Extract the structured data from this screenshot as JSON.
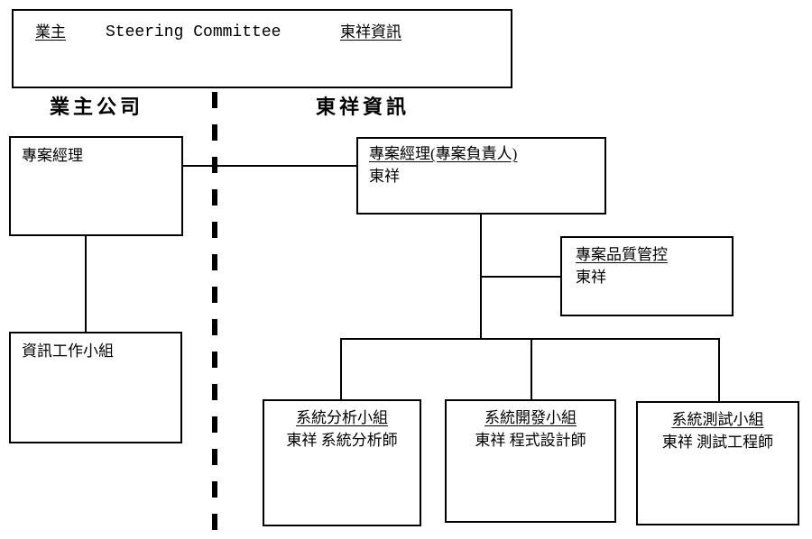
{
  "top_box": {
    "owner_label": "業主",
    "committee_label": "Steering Committee",
    "vendor_label": "東祥資訊"
  },
  "column_headers": {
    "left": "業主公司",
    "right": "東祥資訊"
  },
  "left_side": {
    "pm_box_title": "專案經理",
    "it_team_box_title": "資訊工作小組"
  },
  "right_side": {
    "pm_box": {
      "title": "專案經理(專案負責人)",
      "subtitle": "東祥"
    },
    "qa_box": {
      "title": "專案品質管控",
      "subtitle": "東祥"
    },
    "teams": [
      {
        "title": "系統分析小組",
        "subtitle": "東祥 系統分析師"
      },
      {
        "title": "系統開發小組",
        "subtitle": "東祥 程式設計師"
      },
      {
        "title": "系統測試小組",
        "subtitle": "東祥 測試工程師"
      }
    ]
  },
  "colors": {
    "background": "#ffffff",
    "line": "#000000",
    "text": "#000000"
  }
}
